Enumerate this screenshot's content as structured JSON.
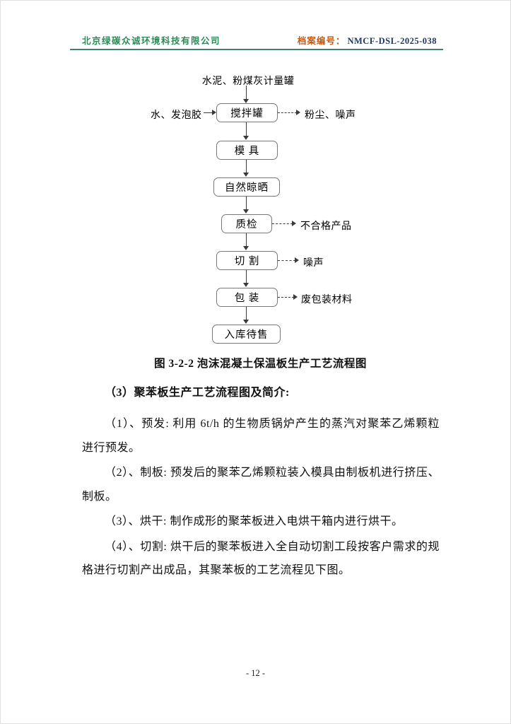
{
  "header": {
    "company": "北京绿碳众诚环境科技有限公司",
    "archive_label": "档案编号：",
    "archive_number": "NMCF-DSL-2025-038"
  },
  "colors": {
    "company_green": "#2e8b57",
    "archive_label_orange": "#c55a11",
    "archive_number_navy": "#1f3864",
    "header_rule_green": "#3f8468"
  },
  "flowchart": {
    "top_input": "水泥、粉煤灰计量罐",
    "left_input": "水、发泡胶",
    "nodes": [
      "搅拌罐",
      "模 具",
      "自然晾晒",
      "质检",
      "切 割",
      "包 装",
      "入库待售"
    ],
    "emissions": [
      "粉尘、噪声",
      "不合格产品",
      "噪声",
      "废包装材料"
    ]
  },
  "caption": "图 3-2-2 泡沫混凝土保温板生产工艺流程图",
  "section_heading": "（3）聚苯板生产工艺流程图及简介:",
  "paragraphs": [
    "（1）、预发: 利用 6t/h 的生物质锅炉产生的蒸汽对聚苯乙烯颗粒进行预发。",
    "（2）、制板: 预发后的聚苯乙烯颗粒装入模具由制板机进行挤压、制板。",
    "（3）、烘干: 制作成形的聚苯板进入电烘干箱内进行烘干。",
    "（4）、切割: 烘干后的聚苯板进入全自动切割工段按客户需求的规格进行切割产出成品，其聚苯板的工艺流程见下图。"
  ],
  "footer": {
    "page_number": "- 12 -"
  }
}
